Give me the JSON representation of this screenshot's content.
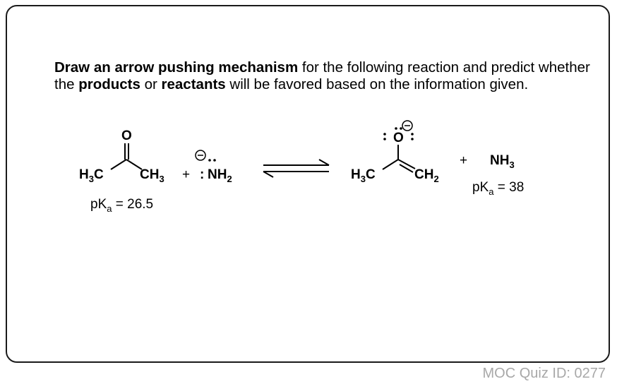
{
  "question": {
    "seg1": "Draw an arrow pushing mechanism",
    "seg2": " for the following reaction and predict whether the ",
    "seg3": "products",
    "seg4": " or ",
    "seg5": "reactants",
    "seg6": " will be favored based on the information given."
  },
  "reactants": {
    "ketone": {
      "oxygen": "O",
      "left_group": "H",
      "left_sub": "3",
      "left_tail": "C",
      "right_group": "CH",
      "right_sub": "3"
    },
    "plus": "+",
    "amide": {
      "label": "NH",
      "sub": "2",
      "dots": ":"
    },
    "pka": {
      "p": "pK",
      "sub": "a",
      "rest": " = 26.5"
    }
  },
  "products": {
    "enolate": {
      "oxygen": "O",
      "left_group": "H",
      "left_sub": "3",
      "left_tail": "C",
      "right_group": "CH",
      "right_sub": "2"
    },
    "plus": "+",
    "ammonia": {
      "label": "NH",
      "sub": "3"
    },
    "pka": {
      "p": "pK",
      "sub": "a",
      "rest": " = 38"
    }
  },
  "footer": {
    "quiz_id": "MOC Quiz ID: 0277"
  }
}
